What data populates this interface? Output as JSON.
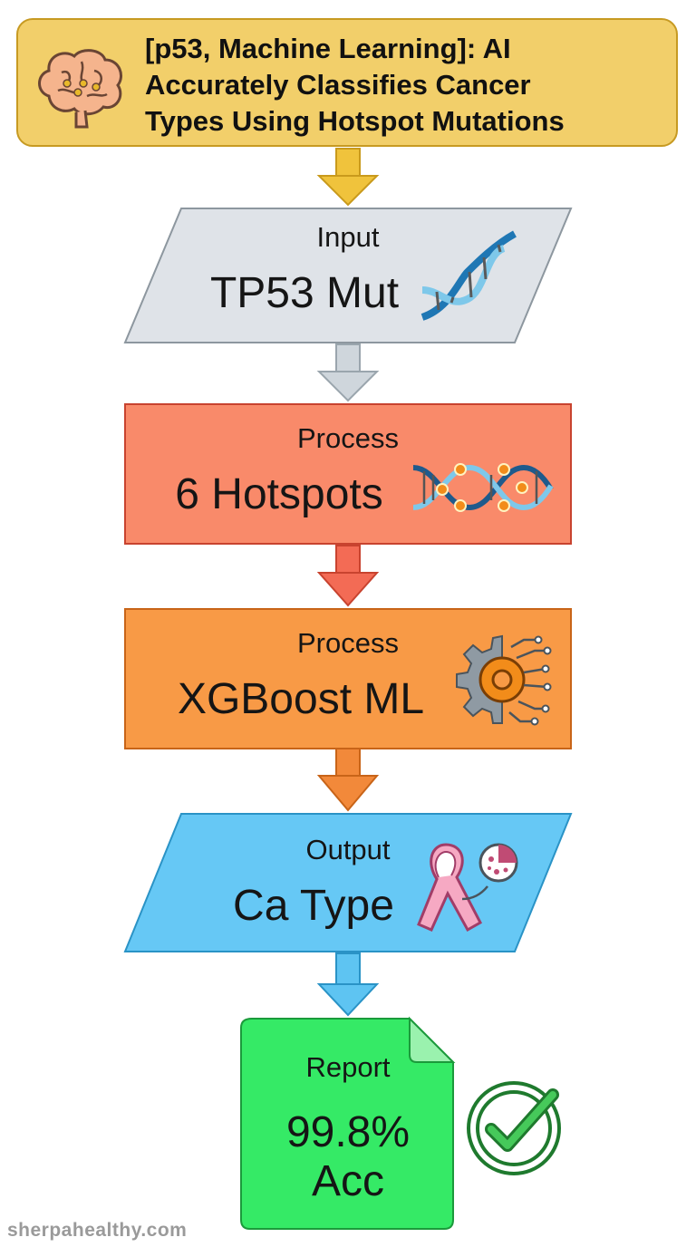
{
  "title": {
    "line1": "[p53, Machine Learning]: AI",
    "line2": "Accurately Classifies Cancer",
    "line3": "Types Using Hotspot Mutations"
  },
  "steps": [
    {
      "label": "Input",
      "value": "TP53 Mut",
      "icon": "dna-helix-icon",
      "color": "#dfe3e8"
    },
    {
      "label": "Process",
      "value": "6 Hotspots",
      "icon": "dna-hotspots-icon",
      "color": "#f98a6a"
    },
    {
      "label": "Process",
      "value": "XGBoost ML",
      "icon": "gear-circuit-icon",
      "color": "#f89a46"
    },
    {
      "label": "Output",
      "value": "Ca Type",
      "icon": "cancer-ribbon-icon",
      "color": "#66c8f5"
    }
  ],
  "report": {
    "label": "Report",
    "value_line1": "99.8%",
    "value_line2": "Acc",
    "icon": "checkmark-circle-icon",
    "color": "#35ea66"
  },
  "title_icon": "brain-icon",
  "watermark": "sherpahealthy.com"
}
